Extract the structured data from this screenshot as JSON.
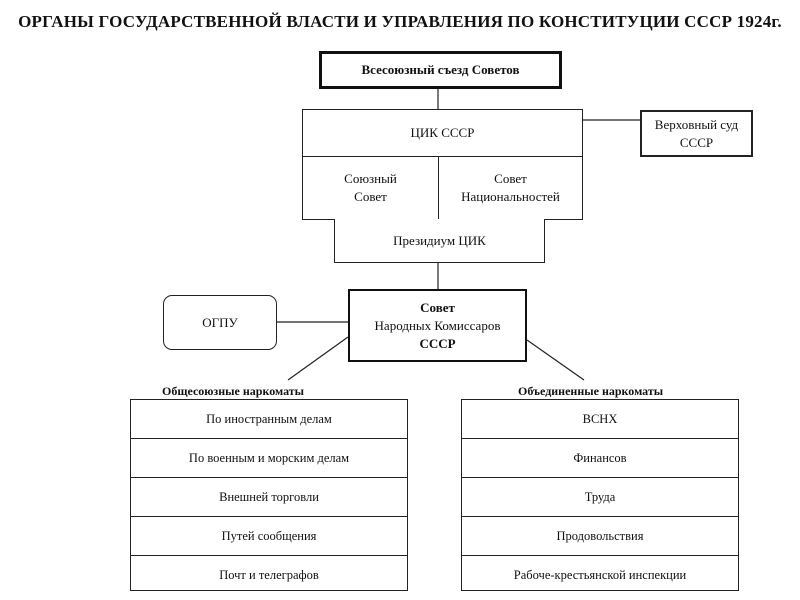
{
  "title": "ОРГАНЫ ГОСУДАРСТВЕННОЙ ВЛАСТИ И УПРАВЛЕНИЯ ПО КОНСТИТУЦИИ СССР 1924г.",
  "congress": "Всесоюзный съезд Советов",
  "tsik": "ЦИК СССР",
  "union_council": [
    "Союзный",
    "Совет"
  ],
  "nationalities_council": [
    "Совет",
    "Национальностей"
  ],
  "presidium": "Президиум ЦИК",
  "supreme_court": [
    "Верховный суд",
    "СССР"
  ],
  "ogpu": "ОГПУ",
  "sovnarkom": [
    "Совет",
    "Народных Комиссаров",
    "СССР"
  ],
  "all_union": {
    "heading": "Общесоюзные наркоматы",
    "items": [
      {
        "label": "По иностранным делам"
      },
      {
        "label": "По военным и морским делам"
      },
      {
        "label": "Внешней торговли"
      },
      {
        "label": "Путей сообщения"
      },
      {
        "label": "Почт и телеграфов"
      }
    ]
  },
  "united": {
    "heading": "Объединенные наркоматы",
    "items": [
      {
        "label": "ВСНХ"
      },
      {
        "label": "Финансов"
      },
      {
        "label": "Труда"
      },
      {
        "label": "Продовольствия"
      },
      {
        "label": "Рабоче-крестьянской инспекции"
      }
    ]
  }
}
